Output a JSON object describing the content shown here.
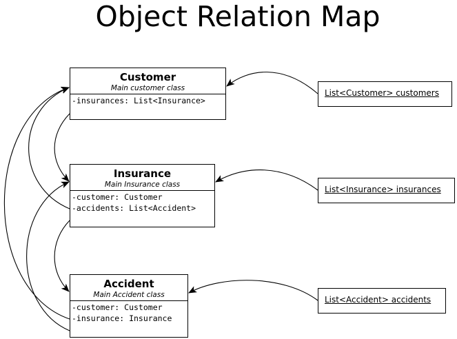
{
  "title": "Object Relation Map",
  "classes": [
    {
      "name": "Customer",
      "description": "Main customer class",
      "attributes": [
        "-insurances: List<Insurance>"
      ]
    },
    {
      "name": "Insurance",
      "description": "Main Insurance class",
      "attributes": [
        "-customer: Customer",
        "-accidents: List<Accident>"
      ]
    },
    {
      "name": "Accident",
      "description": "Main Accident class",
      "attributes": [
        "-customer: Customer",
        "-insurance: Insurance"
      ]
    }
  ],
  "lists": [
    {
      "label": "List<Customer> customers",
      "target": "Customer"
    },
    {
      "label": "List<Insurance> insurances",
      "target": "Insurance"
    },
    {
      "label": "List<Accident> accidents",
      "target": "Accident"
    }
  ],
  "relations": [
    {
      "from": "Customer",
      "to": "Insurance"
    },
    {
      "from": "Insurance",
      "to": "Customer"
    },
    {
      "from": "Insurance",
      "to": "Accident"
    },
    {
      "from": "Accident",
      "to": "Customer"
    },
    {
      "from": "Accident",
      "to": "Insurance"
    }
  ]
}
